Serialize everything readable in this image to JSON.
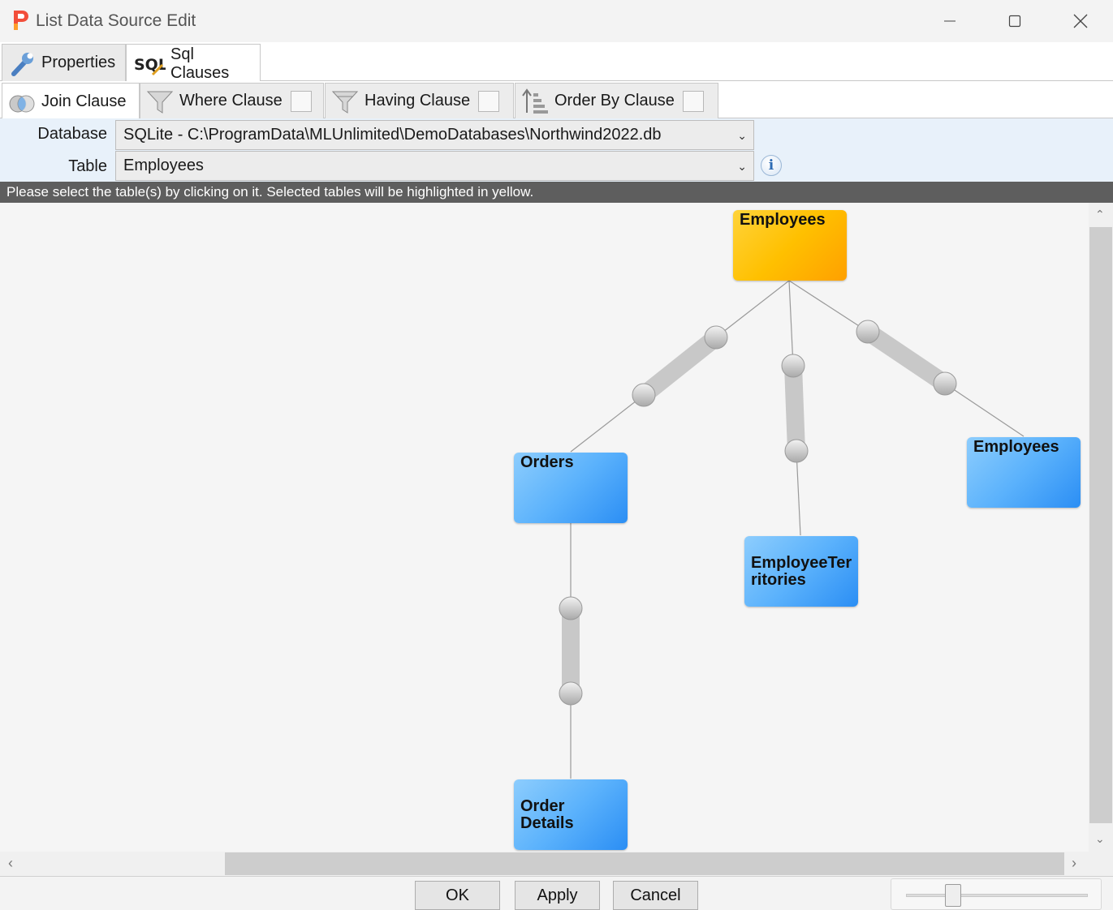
{
  "window": {
    "title": "List Data Source Edit",
    "minimize_icon": "minimize-icon",
    "maximize_icon": "maximize-icon",
    "close_icon": "close-icon"
  },
  "top_tabs": [
    {
      "label": "Properties",
      "icon": "wrench-icon"
    },
    {
      "label": "Sql Clauses",
      "icon": "sql-icon",
      "icon_text": "SQL",
      "active": true
    }
  ],
  "sub_tabs": [
    {
      "label": "Join Clause",
      "icon": "join-icon",
      "active": true
    },
    {
      "label": "Where Clause",
      "icon": "filter-icon"
    },
    {
      "label": "Having Clause",
      "icon": "filter-group-icon"
    },
    {
      "label": "Order By Clause",
      "icon": "sort-icon"
    }
  ],
  "form": {
    "database_label": "Database",
    "database_value": "SQLite - C:\\ProgramData\\MLUnlimited\\DemoDatabases\\Northwind2022.db",
    "table_label": "Table",
    "table_value": "Employees",
    "info_icon_text": "i"
  },
  "instruction": "Please select the table(s) by clicking on it. Selected tables will be highlighted in yellow.",
  "diagram": {
    "nodes": {
      "root": {
        "label": "Employees",
        "selected": true
      },
      "orders": {
        "label": "Orders"
      },
      "employee_territories": {
        "label": "EmployeeTer\nritories"
      },
      "employees_child": {
        "label": "Employees"
      },
      "order_details": {
        "label": "Order\nDetails"
      }
    }
  },
  "buttons": {
    "ok": "OK",
    "apply": "Apply",
    "cancel": "Cancel"
  },
  "colors": {
    "selected_node": "#ffc000",
    "node": "#5bb2fc",
    "instruction_bg": "#5e5e5e",
    "form_bg": "#e8f1fa"
  }
}
